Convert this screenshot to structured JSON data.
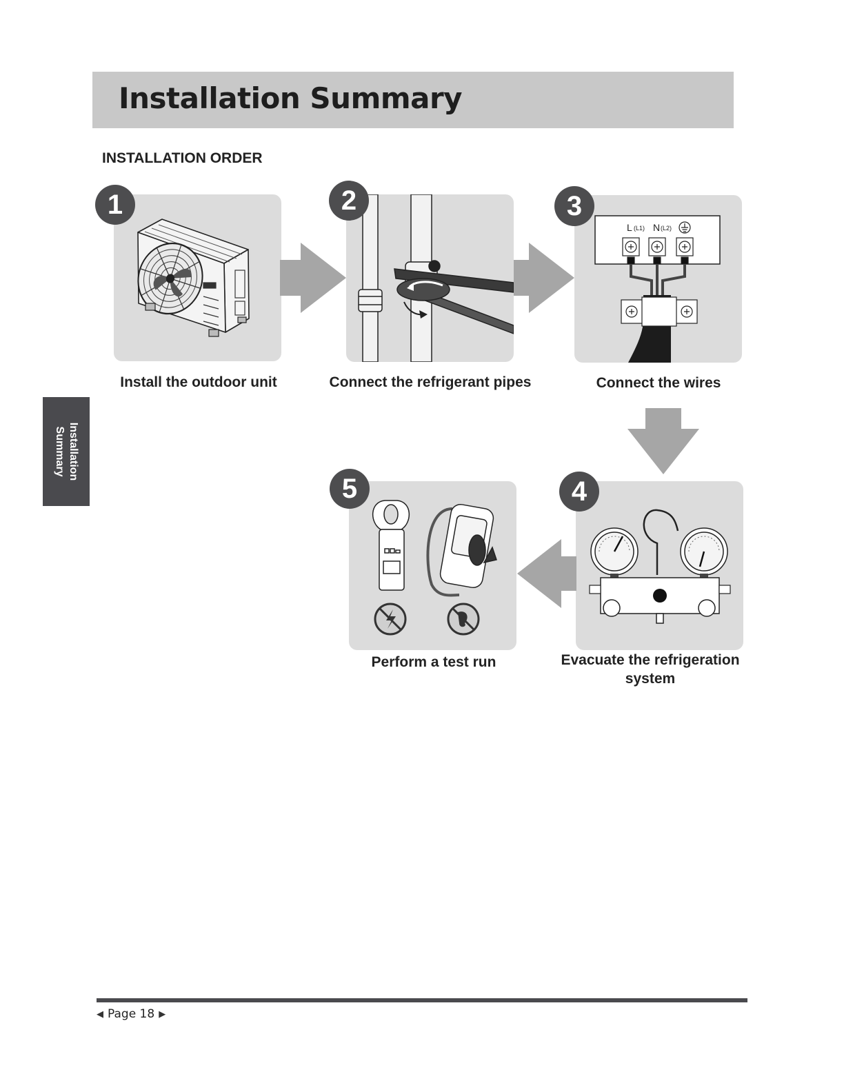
{
  "header": {
    "title": "Installation Summary"
  },
  "section": {
    "heading": "INSTALLATION ORDER"
  },
  "side_tab": {
    "label": "Installation\nSummary"
  },
  "steps": [
    {
      "number": "1",
      "label": "Install the outdoor unit",
      "icon": "outdoor-unit-icon"
    },
    {
      "number": "2",
      "label": "Connect the refrigerant pipes",
      "icon": "wrench-pipe-icon"
    },
    {
      "number": "3",
      "label": "Connect the wires",
      "icon": "terminal-block-icon"
    },
    {
      "number": "4",
      "label": "Evacuate the refrigeration system",
      "icon": "manifold-gauge-icon"
    },
    {
      "number": "5",
      "label": "Perform a test run",
      "icon": "clamp-meter-leak-detector-icon"
    }
  ],
  "terminal_labels": {
    "l": "L",
    "l_sub": "(L1)",
    "n": "N",
    "n_sub": "(L2)"
  },
  "footer": {
    "page_label": "Page 18"
  },
  "colors": {
    "panel": "#dcdcdc",
    "badge": "#4d4d4f",
    "arrow": "#a6a6a6",
    "title_bar": "#c8c8c8",
    "side_tab": "#4a4a4e"
  }
}
